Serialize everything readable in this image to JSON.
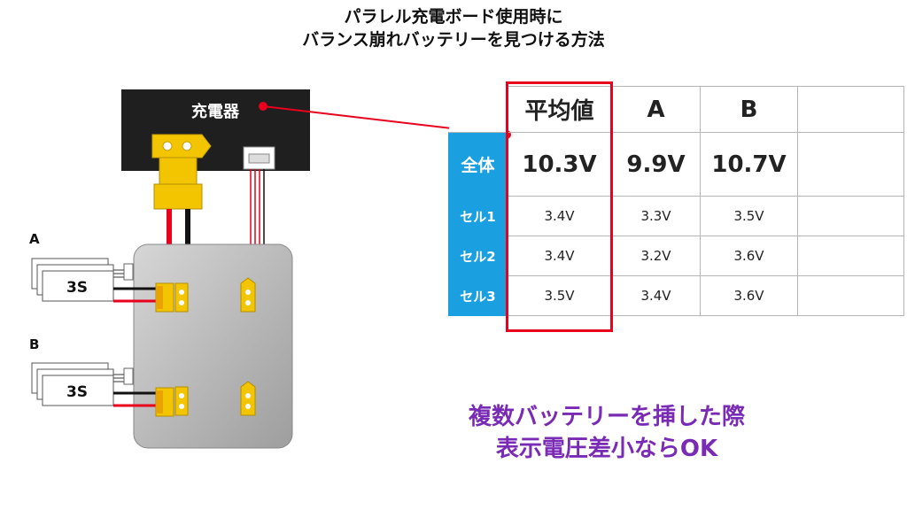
{
  "title": {
    "line1": "パラレル充電ボード使用時に",
    "line2": "バランス崩れバッテリーを見つける方法"
  },
  "diagram": {
    "charger_label": "充電器",
    "battery_a": {
      "label": "A",
      "pack": "3S"
    },
    "battery_b": {
      "label": "B",
      "pack": "3S"
    }
  },
  "table": {
    "headers": [
      "",
      "平均値",
      "A",
      "B",
      ""
    ],
    "rows": [
      {
        "label": "全体",
        "values": [
          "10.3V",
          "9.9V",
          "10.7V",
          ""
        ]
      },
      {
        "label": "セル1",
        "values": [
          "3.4V",
          "3.3V",
          "3.5V",
          ""
        ]
      },
      {
        "label": "セル2",
        "values": [
          "3.4V",
          "3.2V",
          "3.6V",
          ""
        ]
      },
      {
        "label": "セル3",
        "values": [
          "3.5V",
          "3.4V",
          "3.6V",
          ""
        ]
      }
    ]
  },
  "conclusion": {
    "line1": "複数バッテリーを挿した際",
    "line2": "表示電圧差小ならOK"
  },
  "colors": {
    "accent_blue": "#1a9fe0",
    "highlight_red": "#e8001c",
    "conclusion_purple": "#7a2bb5",
    "charger_body": "#1f1f1f",
    "board_gray": "#bdbdbd",
    "connector_yellow": "#f2c500"
  }
}
